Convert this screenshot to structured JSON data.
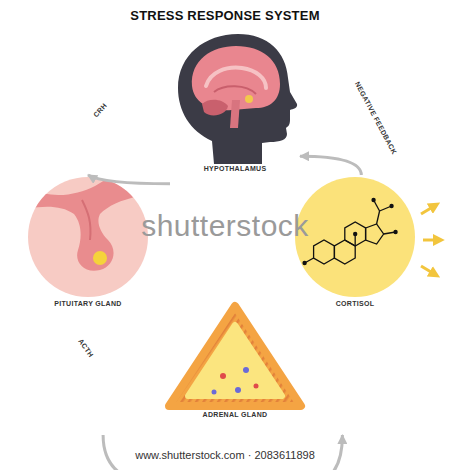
{
  "diagram": {
    "title": "STRESS RESPONSE SYSTEM",
    "nodes": [
      {
        "text": [
          "HYPOTHALAMUS"
        ]
      },
      {
        "text": [
          "PITUITARY GLAND"
        ]
      },
      {
        "text": [
          "ADRENAL GLAND"
        ]
      },
      {
        "text": [
          "CORTISOL"
        ]
      }
    ],
    "edges": [
      {
        "from": 0,
        "to": 1,
        "label": "CRH",
        "arrow": "to"
      },
      {
        "from": 1,
        "to": 2,
        "label": "ACTH",
        "arrow": "to"
      },
      {
        "from": 2,
        "to": 3,
        "arrow": "to"
      },
      {
        "from": 3,
        "to": 0,
        "label": "NEGATIVE FEEDBACK",
        "arrow": "to"
      }
    ],
    "labels": [
      "shutterstock",
      "www.shutterstock.com · 2083611898"
    ]
  }
}
